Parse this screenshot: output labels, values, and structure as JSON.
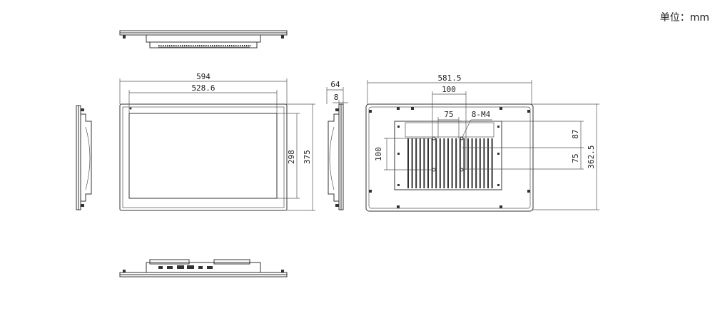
{
  "unit_label": "单位：mm",
  "dimensions": {
    "width": "594",
    "screen_width": "528.6",
    "depth": "64",
    "bezel": "8",
    "height": "375",
    "screen_height": "298",
    "rear_width": "581.5",
    "rear_height": "362.5",
    "vesa_100_top": "100",
    "vesa_75_top": "75",
    "mount_screws": "8-M4",
    "vesa_100_left": "100",
    "right_87": "87",
    "right_75": "75"
  }
}
